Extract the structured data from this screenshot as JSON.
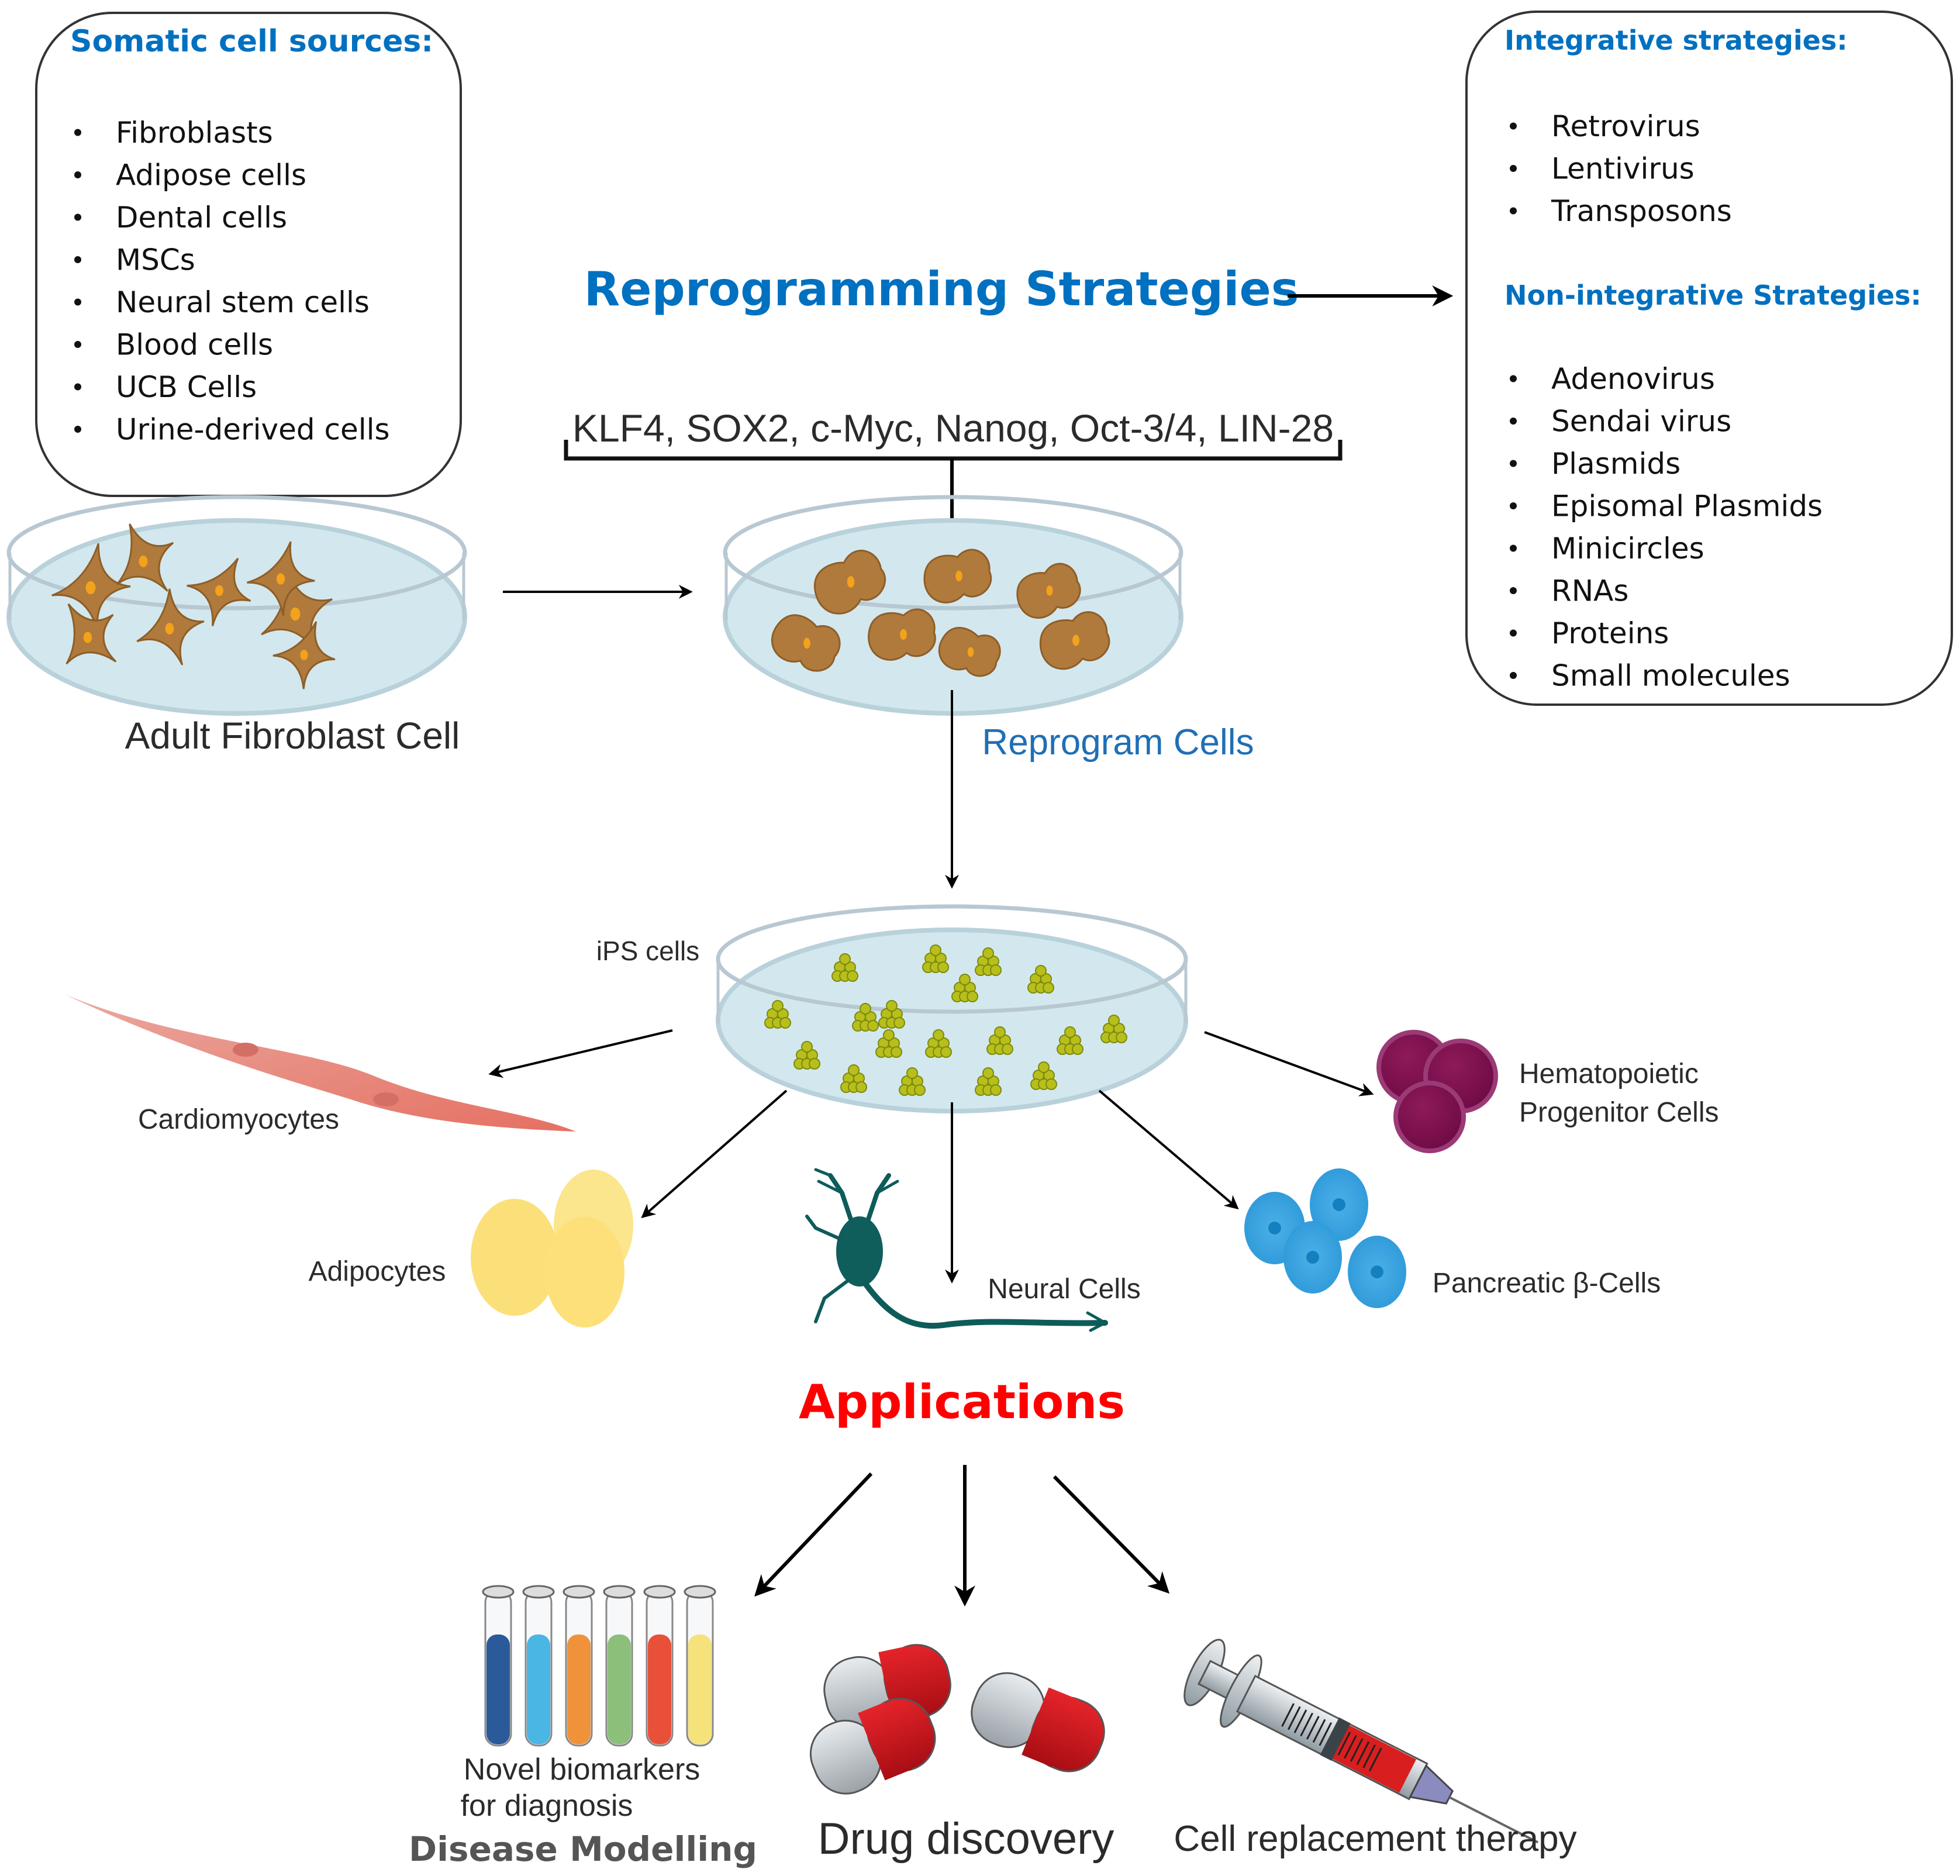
{
  "somatic_box": {
    "heading": "Somatic cell sources:",
    "items": [
      "Fibroblasts",
      "Adipose cells",
      "Dental cells",
      "MSCs",
      "Neural stem cells",
      "Blood cells",
      "UCB Cells",
      "Urine-derived cells"
    ]
  },
  "strategies_box": {
    "integrative_heading": "Integrative strategies:",
    "integrative_items": [
      "Retrovirus",
      "Lentivirus",
      "Transposons"
    ],
    "non_integrative_heading": "Non-integrative Strategies:",
    "non_integrative_items": [
      "Adenovirus",
      "Sendai virus",
      "Plasmids",
      "Episomal Plasmids",
      "Minicircles",
      "RNAs",
      "Proteins",
      "Small molecules"
    ]
  },
  "reprogramming": {
    "title": "Reprogramming Strategies",
    "factors": "KLF4, SOX2, c-Myc, Nanog, Oct-3/4, LIN-28",
    "source_label": "Adult Fibroblast Cell",
    "step_label": "Reprogram Cells",
    "ips_label": "iPS cells"
  },
  "derived_cells": {
    "cardiomyocytes": "Cardiomyocytes",
    "adipocytes": "Adipocytes",
    "neural": "Neural Cells",
    "pancreatic": "Pancreatic β-Cells",
    "hematopoietic_line1": "Hematopoietic",
    "hematopoietic_line2": "Progenitor Cells"
  },
  "applications": {
    "title": "Applications",
    "disease_modelling": {
      "caption_line1": "Novel biomarkers",
      "caption_line2": "for diagnosis",
      "title": "Disease Modelling"
    },
    "drug_discovery": "Drug discovery",
    "cell_replacement": "Cell replacement therapy"
  },
  "colors": {
    "heading_blue": "#0070C0",
    "applications_red": "#FF0000",
    "tube_colors": [
      "#2a5a9a",
      "#4ab6e4",
      "#f0923a",
      "#8cc07a",
      "#e8503a",
      "#f6e27a"
    ]
  }
}
